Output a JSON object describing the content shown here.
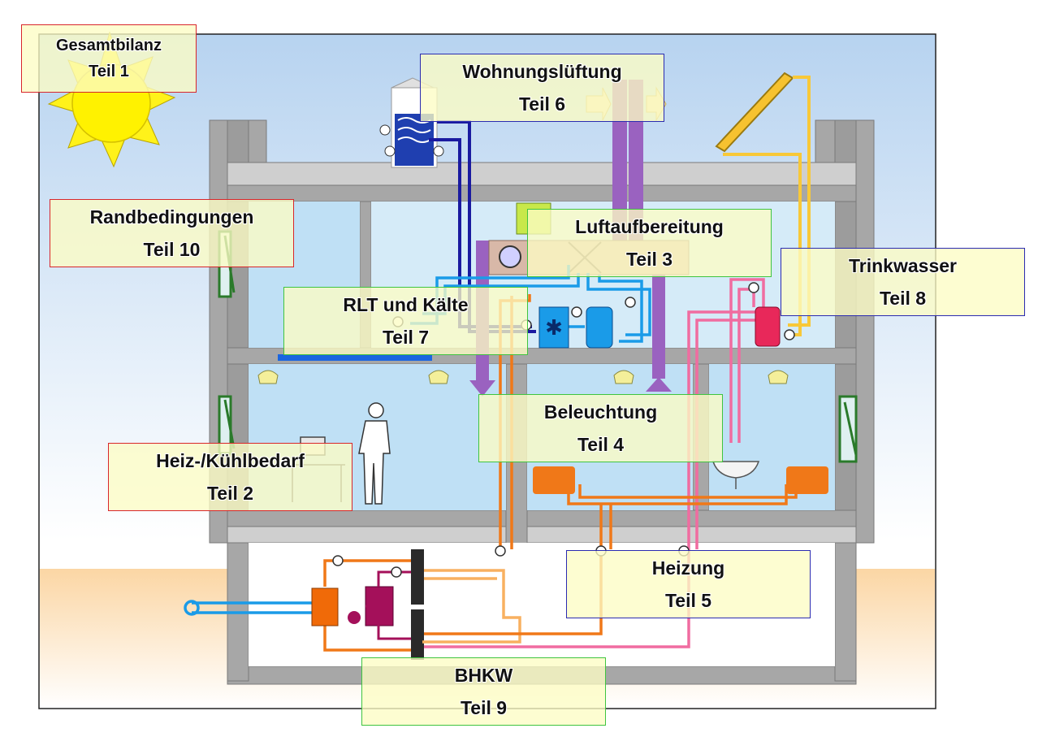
{
  "diagram": {
    "labels": [
      {
        "id": "gesamtbilanz",
        "line1": "Gesamtbilanz",
        "line2": "Teil 1"
      },
      {
        "id": "wohnungslueftung",
        "line1": "Wohnungslüftung",
        "line2": "Teil 6"
      },
      {
        "id": "randbedingungen",
        "line1": "Randbedingungen",
        "line2": "Teil 10"
      },
      {
        "id": "luftaufbereitung",
        "line1": "Luftaufbereitung",
        "line2": "Teil 3"
      },
      {
        "id": "trinkwasser",
        "line1": "Trinkwasser",
        "line2": "Teil 8"
      },
      {
        "id": "rlt-kaelte",
        "line1": "RLT und Kälte",
        "line2": "Teil 7"
      },
      {
        "id": "beleuchtung",
        "line1": "Beleuchtung",
        "line2": "Teil 4"
      },
      {
        "id": "heiz-kuehlbedarf",
        "line1": "Heiz-/Kühlbedarf",
        "line2": "Teil 2"
      },
      {
        "id": "heizung",
        "line1": "Heizung",
        "line2": "Teil 5"
      },
      {
        "id": "bhkw",
        "line1": "BHKW",
        "line2": "Teil 9"
      }
    ],
    "colors": {
      "sky": "#c9e2f5",
      "ground": "#fcd9a8",
      "structure": "#a8a8a8",
      "room": "#bfe0f5",
      "heating": "#f07818",
      "hot_water": "#f06ca0",
      "cold_water": "#1a9be8",
      "ventilation": "#9a62c0",
      "solar": "#f8c838",
      "cooling_dark": "#1a1aa0"
    }
  }
}
